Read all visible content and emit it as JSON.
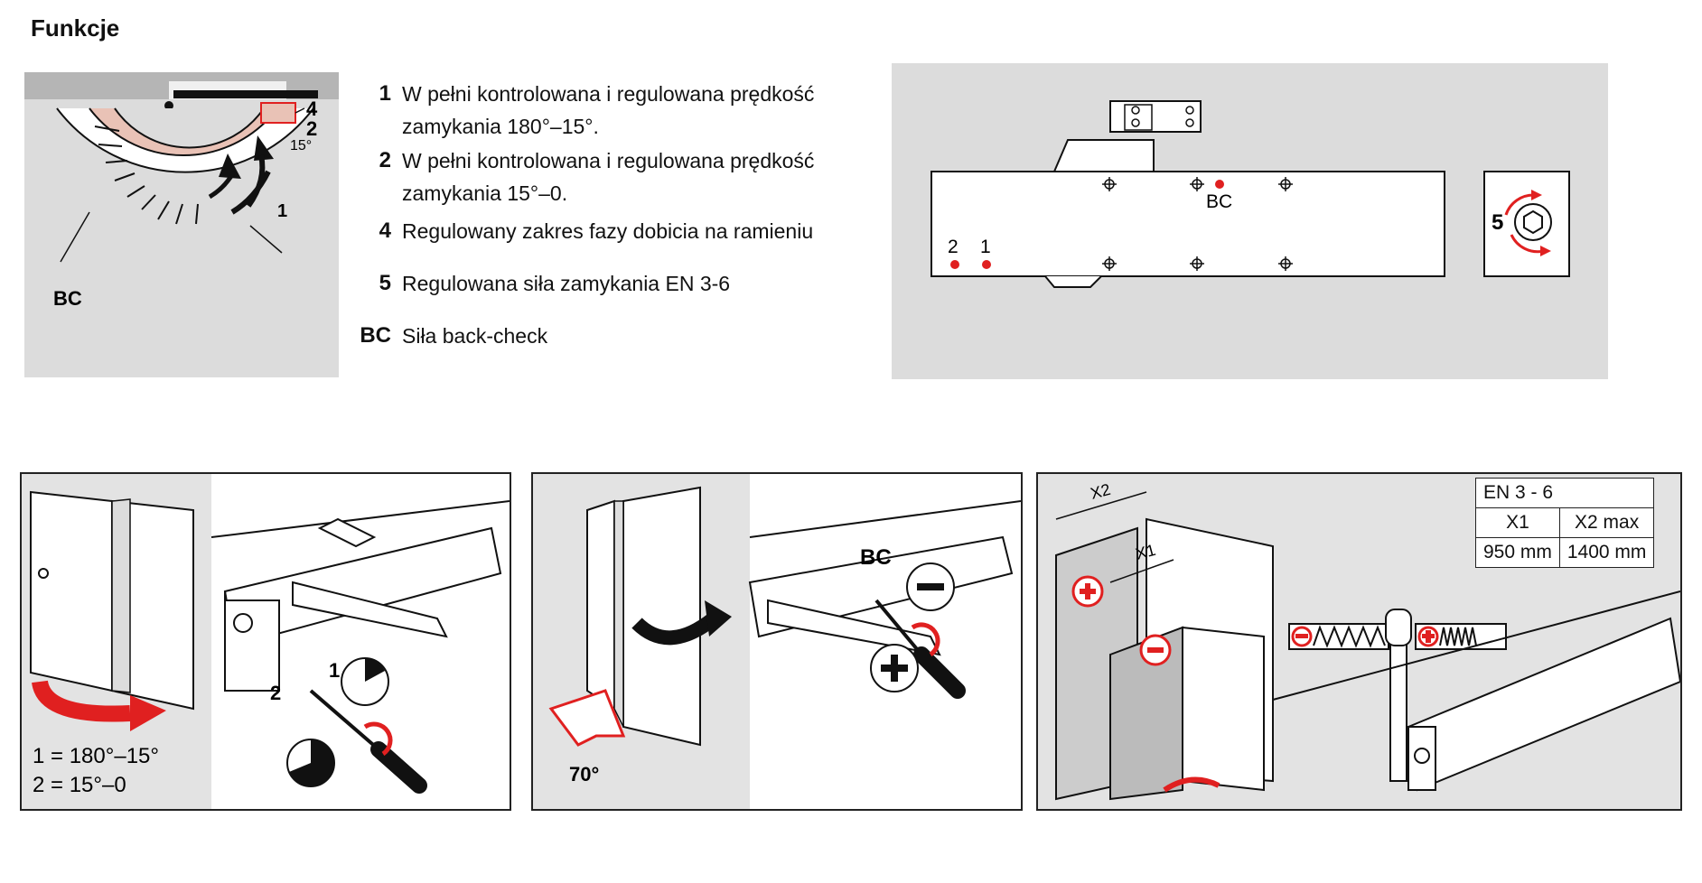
{
  "title": "Funkcje",
  "diagram1": {
    "label_bc": "BC",
    "label_1": "1",
    "label_2": "2",
    "label_4": "4",
    "label_15deg": "15°"
  },
  "legend": [
    {
      "num": "1",
      "line1": "W pełni kontrolowana i regulowana prędkość",
      "line2": "zamykania 180°–15°."
    },
    {
      "num": "2",
      "line1": "W pełni kontrolowana i regulowana prędkość",
      "line2": "zamykania 15°–0."
    },
    {
      "num": "4",
      "line1": "Regulowany zakres fazy dobicia na ramieniu",
      "line2": ""
    },
    {
      "num": "5",
      "line1": "Regulowana siła zamykania EN 3-6",
      "line2": ""
    },
    {
      "num": "BC",
      "line1": "Siła back-check",
      "line2": ""
    }
  ],
  "body_diagram": {
    "label_bc": "BC",
    "label_2": "2",
    "label_1": "1",
    "label_5": "5"
  },
  "panel1": {
    "label_1": "1",
    "label_2": "2",
    "caption1": "1 = 180°–15°",
    "caption2": "2 = 15°–0"
  },
  "panel2": {
    "label_bc": "BC",
    "angle": "70°"
  },
  "panel3": {
    "x2": "X2",
    "x1": "X1",
    "table": {
      "header": "EN 3 - 6",
      "col1": "X1",
      "col2": "X2 max",
      "val1": "950 mm",
      "val2": "1400 mm"
    }
  },
  "colors": {
    "accent_red": "#e02020",
    "pink": "#e9c2b6",
    "gray_bg": "#dcdcdc"
  }
}
